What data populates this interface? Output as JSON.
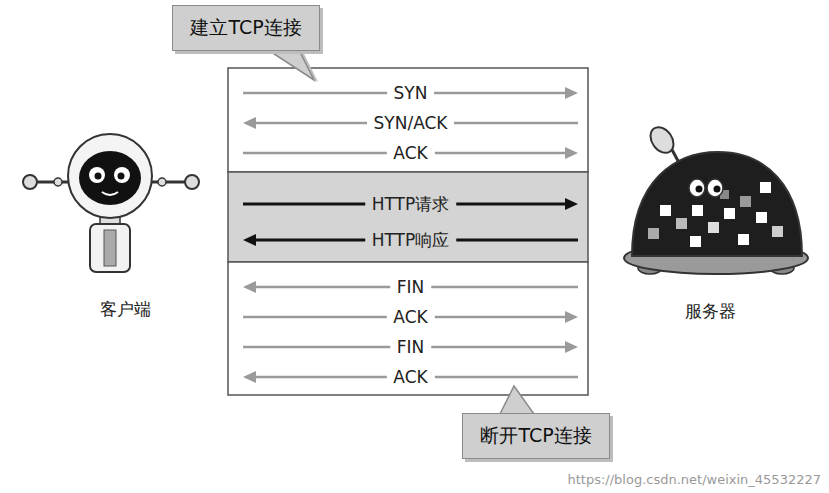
{
  "diagram": {
    "nodes": [
      {
        "text": [
          "建立TCP连接"
        ]
      },
      {
        "text": [
          "客户端"
        ]
      },
      {
        "text": [
          "服务器"
        ]
      },
      {
        "text": [
          "断开TCP连接"
        ]
      }
    ],
    "edges": [
      {
        "from": 1,
        "to": 2,
        "arrow": "to",
        "label": "SYN"
      },
      {
        "from": 2,
        "to": 1,
        "arrow": "to",
        "label": "SYN/ACK"
      },
      {
        "from": 1,
        "to": 2,
        "arrow": "to",
        "label": "ACK"
      },
      {
        "from": 1,
        "to": 2,
        "arrow": "to",
        "label": "HTTP请求"
      },
      {
        "from": 2,
        "to": 1,
        "arrow": "to",
        "label": "HTTP响应"
      },
      {
        "from": 2,
        "to": 1,
        "arrow": "to",
        "label": "FIN"
      },
      {
        "from": 1,
        "to": 2,
        "arrow": "to",
        "label": "ACK"
      },
      {
        "from": 1,
        "to": 2,
        "arrow": "to",
        "label": "FIN"
      },
      {
        "from": 2,
        "to": 1,
        "arrow": "to",
        "label": "ACK"
      }
    ],
    "labels": [
      "https://blog.csdn.net/weixin_45532227"
    ]
  }
}
